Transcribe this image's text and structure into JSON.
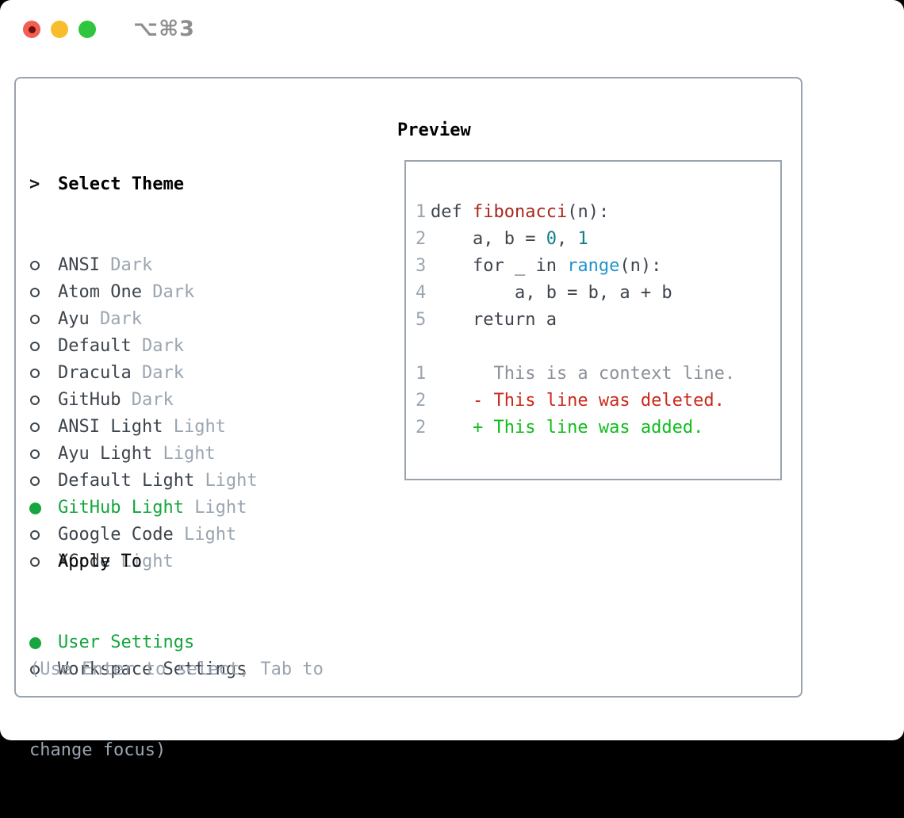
{
  "window": {
    "title": "⌥⌘3"
  },
  "colors": {
    "fg": "#3d444c",
    "dim": "#9aa5b1",
    "selected_green": "#16a53f",
    "func_red": "#a5291e",
    "number_teal": "#0e7e87",
    "call_blue": "#2094cd",
    "context_gray": "#8b9199",
    "deleted_red": "#ca2a1b",
    "added_green": "#10bd1d",
    "border_gray": "#9aa3ae",
    "title_gray": "#8e8e8e",
    "traffic_red": "#f25d54",
    "traffic_yellow": "#f7bd2c",
    "traffic_green": "#30c53e"
  },
  "theme_menu": {
    "header": {
      "prompt": ">",
      "label": "Select Theme"
    },
    "items": [
      {
        "name": "ANSI",
        "tag": "Dark",
        "selected": false
      },
      {
        "name": "Atom One",
        "tag": "Dark",
        "selected": false
      },
      {
        "name": "Ayu",
        "tag": "Dark",
        "selected": false
      },
      {
        "name": "Default",
        "tag": "Dark",
        "selected": false
      },
      {
        "name": "Dracula",
        "tag": "Dark",
        "selected": false
      },
      {
        "name": "GitHub",
        "tag": "Dark",
        "selected": false
      },
      {
        "name": "ANSI Light",
        "tag": "Light",
        "selected": false
      },
      {
        "name": "Ayu Light",
        "tag": "Light",
        "selected": false
      },
      {
        "name": "Default Light",
        "tag": "Light",
        "selected": false
      },
      {
        "name": "GitHub Light",
        "tag": "Light",
        "selected": true
      },
      {
        "name": "Google Code",
        "tag": "Light",
        "selected": false
      },
      {
        "name": "XCode",
        "tag": "Light",
        "selected": false
      }
    ]
  },
  "apply_to": {
    "header": "Apply To",
    "items": [
      {
        "name": "User Settings",
        "selected": true
      },
      {
        "name": "Workspace Settings",
        "selected": false
      }
    ]
  },
  "help": {
    "line1": "(Use Enter to select, Tab to",
    "line2": "change focus)"
  },
  "preview": {
    "title": "Preview",
    "lines": [
      {
        "num": "1",
        "segments": [
          {
            "t": "def ",
            "c": "fg"
          },
          {
            "t": "fibonacci",
            "c": "func_red"
          },
          {
            "t": "(n):",
            "c": "fg"
          }
        ]
      },
      {
        "num": "2",
        "segments": [
          {
            "t": "    a, b = ",
            "c": "fg"
          },
          {
            "t": "0",
            "c": "number_teal"
          },
          {
            "t": ", ",
            "c": "fg"
          },
          {
            "t": "1",
            "c": "number_teal"
          }
        ]
      },
      {
        "num": "3",
        "segments": [
          {
            "t": "    for _ in ",
            "c": "fg"
          },
          {
            "t": "range",
            "c": "call_blue"
          },
          {
            "t": "(n):",
            "c": "fg"
          }
        ]
      },
      {
        "num": "4",
        "segments": [
          {
            "t": "        a, b = b, a + b",
            "c": "fg"
          }
        ]
      },
      {
        "num": "5",
        "segments": [
          {
            "t": "    return a",
            "c": "fg"
          }
        ]
      },
      {
        "num": "",
        "segments": []
      },
      {
        "num": "1",
        "segments": [
          {
            "t": "      This is a context line.",
            "c": "context_gray"
          }
        ]
      },
      {
        "num": "2",
        "segments": [
          {
            "t": "    - This line was deleted.",
            "c": "deleted_red"
          }
        ]
      },
      {
        "num": "2",
        "segments": [
          {
            "t": "    + This line was added.",
            "c": "added_green"
          }
        ]
      }
    ]
  }
}
